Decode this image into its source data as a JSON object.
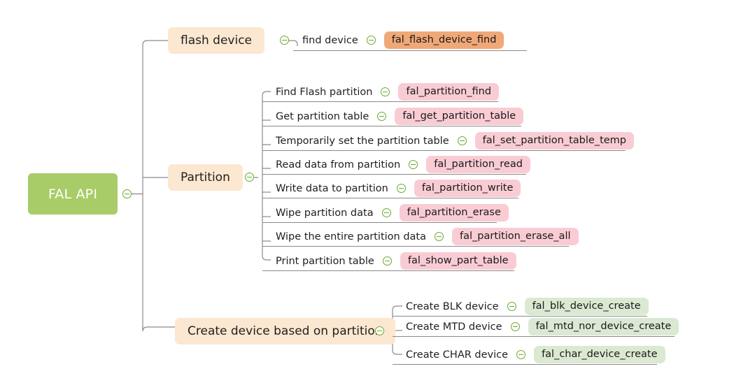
{
  "diagram": {
    "type": "mind-map",
    "title": "FAL API",
    "colors": {
      "root_fill": "#a8cc67",
      "root_text": "#ffffff",
      "branch_fill": "#fce7d0",
      "badge_orange": "#f0a878",
      "badge_pink": "#f9ccd3",
      "badge_green": "#dce9d2",
      "connector": "#8a8a8a",
      "collapse_icon": "#6aa92c",
      "background": "#ffffff"
    },
    "icons": {
      "collapse": "minus-circle-icon"
    }
  },
  "root": {
    "label": "FAL API"
  },
  "branches": [
    {
      "id": "flash-device",
      "label": "flash device",
      "badge_color": "orange",
      "children": [
        {
          "label": "find device",
          "api": "fal_flash_device_find"
        }
      ]
    },
    {
      "id": "partition",
      "label": "Partition",
      "badge_color": "pink",
      "children": [
        {
          "label": "Find Flash partition",
          "api": "fal_partition_find"
        },
        {
          "label": "Get partition table",
          "api": "fal_get_partition_table"
        },
        {
          "label": "Temporarily set the partition table",
          "api": "fal_set_partition_table_temp"
        },
        {
          "label": "Read data from partition",
          "api": "fal_partition_read"
        },
        {
          "label": "Write data to partition",
          "api": "fal_partition_write"
        },
        {
          "label": "Wipe partition data",
          "api": "fal_partition_erase"
        },
        {
          "label": "Wipe the entire partition data",
          "api": "fal_partition_erase_all"
        },
        {
          "label": "Print partition table",
          "api": "fal_show_part_table"
        }
      ]
    },
    {
      "id": "create-device",
      "label": "Create device based on partition",
      "badge_color": "green",
      "children": [
        {
          "label": "Create BLK device",
          "api": "fal_blk_device_create"
        },
        {
          "label": "Create MTD device",
          "api": "fal_mtd_nor_device_create"
        },
        {
          "label": "Create CHAR device",
          "api": "fal_char_device_create"
        }
      ]
    }
  ]
}
